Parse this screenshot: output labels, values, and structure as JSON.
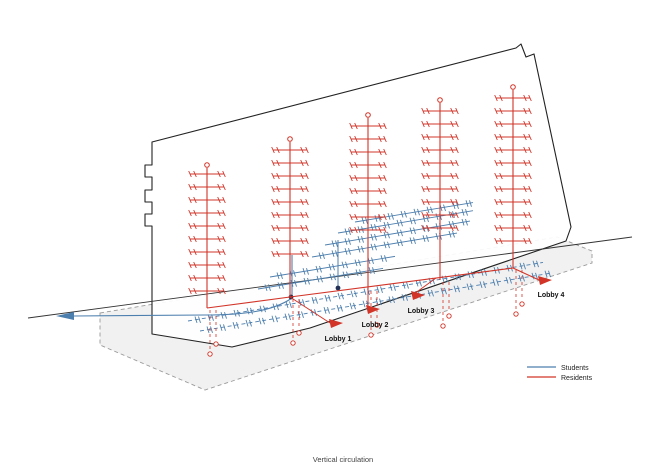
{
  "caption": "Vertical circulation",
  "legend": {
    "items": [
      {
        "label": "Students",
        "color": "#4d7fae"
      },
      {
        "label": "Residents",
        "color": "#d23428"
      }
    ]
  },
  "lobbies": [
    {
      "label": "Lobby 1"
    },
    {
      "label": "Lobby 2"
    },
    {
      "label": "Lobby 3"
    },
    {
      "label": "Lobby 4"
    }
  ],
  "colors": {
    "junction_dot": "#223055",
    "ground_fill": "#f1f1f1",
    "ground_stroke": "#9a9a9a",
    "building_outline": "#222222",
    "site_line": "#333333"
  }
}
